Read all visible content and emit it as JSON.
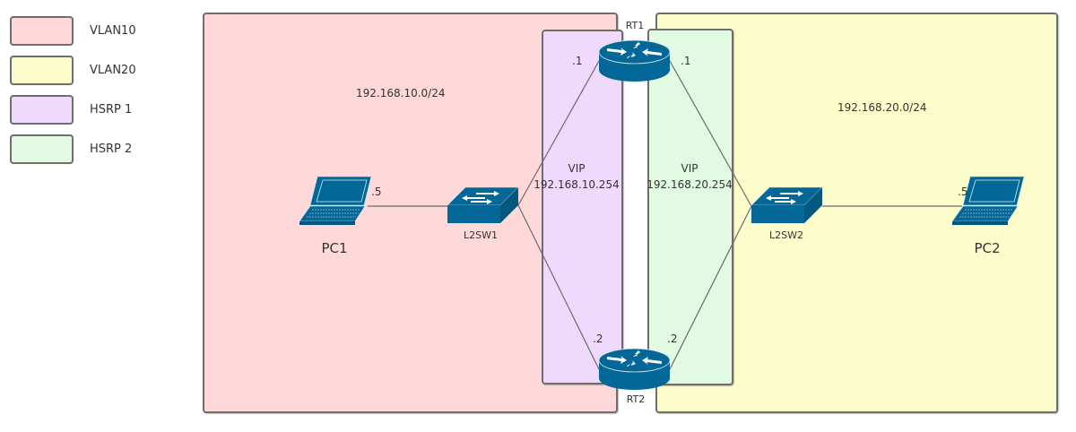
{
  "legend": [
    {
      "label": "VLAN10",
      "color": "#ffd9d9"
    },
    {
      "label": "VLAN20",
      "color": "#fdfccb"
    },
    {
      "label": "HSRP 1",
      "color": "#efd9fc"
    },
    {
      "label": "HSRP 2",
      "color": "#e2f9e2"
    }
  ],
  "zones": {
    "vlan10": {
      "subnet": "192.168.10.0/24"
    },
    "vlan20": {
      "subnet": "192.168.20.0/24"
    },
    "hsrp1": {
      "vip_title": "VIP",
      "vip": "192.168.10.254"
    },
    "hsrp2": {
      "vip_title": "VIP",
      "vip": "192.168.20.254"
    }
  },
  "devices": {
    "rt1": {
      "name": "RT1"
    },
    "rt2": {
      "name": "RT2"
    },
    "l2sw1": {
      "name": "L2SW1"
    },
    "l2sw2": {
      "name": "L2SW2"
    },
    "pc1": {
      "name": "PC1"
    },
    "pc2": {
      "name": "PC2"
    }
  },
  "interfaces": {
    "rt1_left": ".1",
    "rt1_right": ".1",
    "rt2_left": ".2",
    "rt2_right": ".2",
    "pc1": ".5",
    "pc2": ".5"
  },
  "colors": {
    "device": "#036897",
    "link": "#6b6b6b",
    "border": "#6e6e6e"
  }
}
